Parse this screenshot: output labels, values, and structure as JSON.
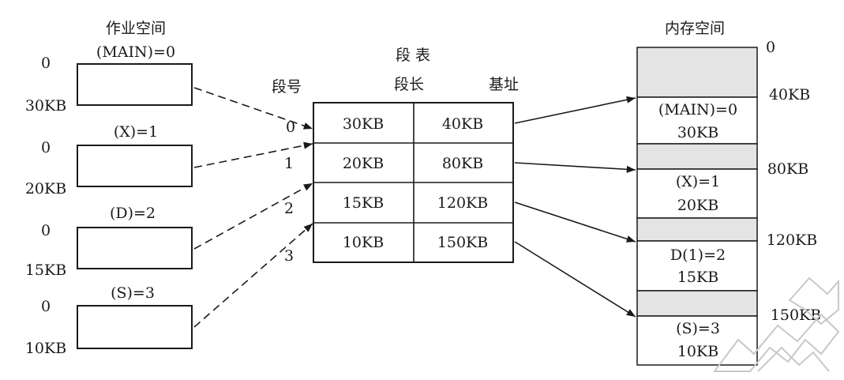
{
  "job_space": {
    "title": "作业空间",
    "segments": [
      {
        "name": "(MAIN)=0",
        "start": "0",
        "end": "30KB"
      },
      {
        "name": "(X)=1",
        "start": "0",
        "end": "20KB"
      },
      {
        "name": "(D)=2",
        "start": "0",
        "end": "15KB"
      },
      {
        "name": "(S)=3",
        "start": "0",
        "end": "10KB"
      }
    ]
  },
  "segment_table": {
    "title": "段 表",
    "headers": {
      "number": "段号",
      "length": "段长",
      "base": "基址"
    },
    "rows": [
      {
        "number": "0",
        "length": "30KB",
        "base": "40KB"
      },
      {
        "number": "1",
        "length": "20KB",
        "base": "80KB"
      },
      {
        "number": "2",
        "length": "15KB",
        "base": "120KB"
      },
      {
        "number": "3",
        "length": "10KB",
        "base": "150KB"
      }
    ]
  },
  "memory_space": {
    "title": "内存空间",
    "top_address": "0",
    "segments": [
      {
        "name": "(MAIN)=0",
        "size": "30KB",
        "address": "40KB"
      },
      {
        "name": "(X)=1",
        "size": "20KB",
        "address": "80KB"
      },
      {
        "name": "D(1)=2",
        "size": "15KB",
        "address": "120KB"
      },
      {
        "name": "(S)=3",
        "size": "10KB",
        "address": "150KB"
      }
    ]
  }
}
